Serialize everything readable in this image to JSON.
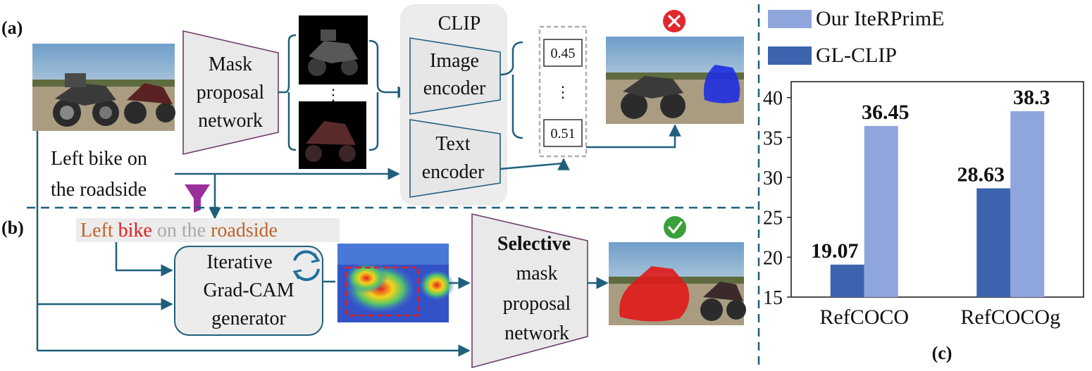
{
  "panel_a": {
    "label": "(a)",
    "mask_net": [
      "Mask",
      "proposal",
      "network"
    ],
    "clip_title": "CLIP",
    "image_encoder": [
      "Image",
      "encoder"
    ],
    "text_encoder": [
      "Text",
      "encoder"
    ],
    "score_top": "0.45",
    "score_dots": "⋮",
    "score_bottom": "0.51",
    "mask_dots": "⋮",
    "query": [
      "Left bike on",
      "the roadside"
    ],
    "fail_icon": "x-circle-icon",
    "fail_color": "#e0282e"
  },
  "panel_b": {
    "label": "(b)",
    "query_words": [
      {
        "text": "Left ",
        "color": "#c0622a"
      },
      {
        "text": "bike ",
        "color": "#e31b1b"
      },
      {
        "text": "on the ",
        "color": "#a9a9a9"
      },
      {
        "text": "roadside",
        "color": "#c0622a"
      }
    ],
    "gradcam": [
      "Iterative",
      "Grad-CAM",
      "generator"
    ],
    "selective": "Selective",
    "selective_rest": [
      "mask",
      "proposal",
      "network"
    ],
    "selective_color": "#7030a0",
    "ok_icon": "check-circle-icon",
    "ok_color": "#3aa13a",
    "filter_icon": "funnel-icon",
    "loop_icon": "refresh-icon"
  },
  "panel_c": {
    "label": "(c)"
  },
  "chart_data": {
    "type": "bar",
    "categories": [
      "RefCOCO",
      "RefCOCOg"
    ],
    "series": [
      {
        "name": "GL-CLIP",
        "values": [
          19.07,
          28.63
        ],
        "color": "#3c63ad"
      },
      {
        "name": "Our IteRPrimE",
        "values": [
          36.45,
          38.3
        ],
        "color": "#8ea6dc"
      }
    ],
    "value_labels": [
      "19.07",
      "28.63",
      "36.45",
      "38.3"
    ],
    "ylim": [
      15,
      42
    ],
    "yticks": [
      15,
      20,
      25,
      30,
      35,
      40
    ],
    "legend": [
      "Our IteRPrimE",
      "GL-CLIP"
    ],
    "legend_position": "top"
  }
}
